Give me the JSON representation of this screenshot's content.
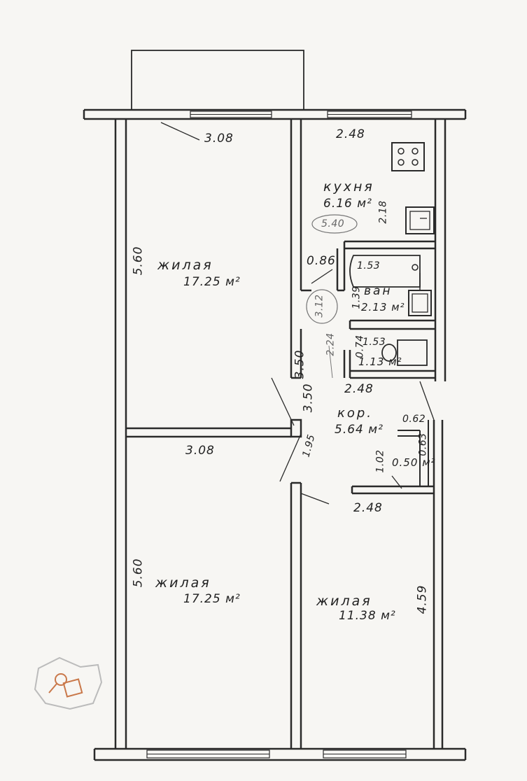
{
  "rooms": {
    "living_top": {
      "name": "жилая",
      "area": "17.25",
      "unit": "м²"
    },
    "living_bottom": {
      "name": "жилая",
      "area": "17.25",
      "unit": "м²"
    },
    "living_right": {
      "name": "жилая",
      "area": "11.38",
      "unit": "м²"
    },
    "kitchen": {
      "name": "кухня",
      "area": "6.16",
      "unit": "м²",
      "note": "5.40"
    },
    "bath": {
      "name": "ван",
      "area": "2.13",
      "unit": "м²"
    },
    "wc": {
      "area": "1.13",
      "unit": "м²"
    },
    "corridor": {
      "name": "кор.",
      "area": "5.64",
      "unit": "м²"
    },
    "closet": {
      "area": "0.50",
      "unit": "м²"
    }
  },
  "dims": {
    "top_left_width": "3.08",
    "top_right_width": "2.48",
    "left_top_height": "5.60",
    "left_bottom_height": "5.60",
    "kitchen_height": "2.18",
    "bath_width": "1.53",
    "bath_height": "1.39",
    "wc_width": "1.53",
    "wc_height": "0.74",
    "door_gap": "0.86",
    "hall_left": "3.50",
    "hall_mid": "3.50",
    "corridor_width": "2.48",
    "mid_width": "3.08",
    "mid_right_width": "2.48",
    "door_small": "1.95",
    "closet_w": "0.62",
    "closet_h": "0.63",
    "corridor_small": "1.02",
    "right_room_height": "4.59",
    "bath_note": "2.24",
    "bath_circle": "3.12"
  },
  "colors": {
    "ink": "#2a2a2a",
    "paper": "#f7f6f3",
    "logo": "#c9784a"
  }
}
